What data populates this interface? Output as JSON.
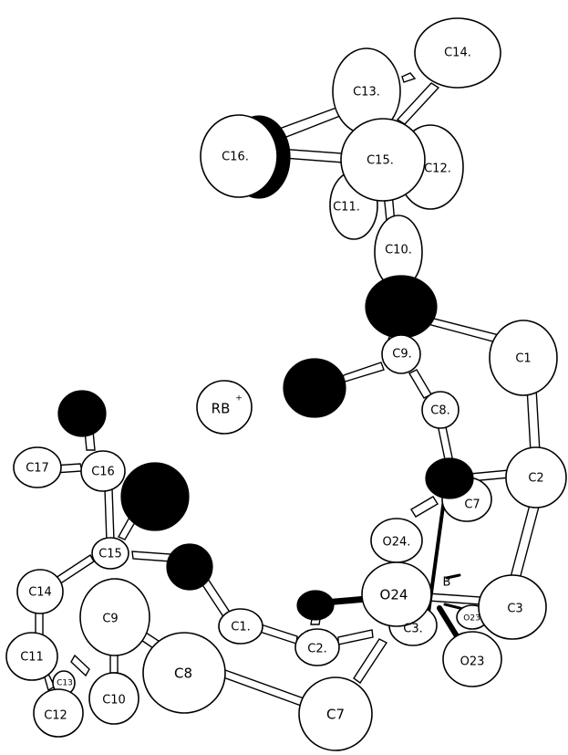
{
  "atoms": {
    "c14_top": "C14.",
    "c13_top": "C13.",
    "c16_top": "C16.",
    "c15_top": "C15.",
    "c12_top": "C12.",
    "c11_top": "C11.",
    "c10_top": "C10.",
    "c1_right": "C1",
    "c9_top": "C9.",
    "c8_top": "C8.",
    "rb": "RB",
    "rb_charge": "+",
    "c2_right": "C2",
    "c7_right": "C7",
    "c17": "C17",
    "c16": "C16",
    "o24_small": "O24.",
    "b": "B",
    "c15": "C15",
    "c14": "C14",
    "o24_big": "O24",
    "c3_right": "C3",
    "o23_small": "O23.",
    "c9": "C9",
    "c1": "C1.",
    "c3": "C3.",
    "c2": "C2.",
    "o23": "O23",
    "c11": "C11",
    "c13": "C13",
    "c12": "C12",
    "c10": "C10",
    "c8": "C8",
    "c7": "C7"
  }
}
